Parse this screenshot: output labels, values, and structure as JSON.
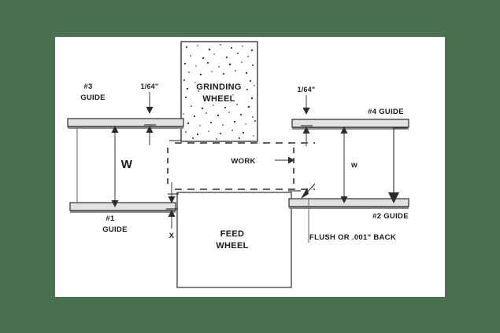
{
  "page": {
    "title": "Centerless Grinding Guide Setup Diagram",
    "background_color": "#4a7050",
    "canvas_color": "#ffffff"
  },
  "diagram": {
    "type": "engineering-schematic",
    "description": "Centerless grinder work guide setup showing guide blade positions relative to grinding wheel and feed wheel",
    "components": {
      "grinding_wheel": {
        "label_line1": "GRINDING",
        "label_line2": "WHEEL",
        "texture": "stippled"
      },
      "feed_wheel": {
        "label_line1": "FEED",
        "label_line2": "WHEEL",
        "texture": "plain"
      },
      "work": {
        "label": "WORK"
      },
      "guide_1": {
        "label_line1": "#1",
        "label_line2": "GUIDE",
        "position": "lower-left"
      },
      "guide_2": {
        "label": "#2 GUIDE",
        "position": "lower-right"
      },
      "guide_3": {
        "label_line1": "#3",
        "label_line2": "GUIDE",
        "position": "upper-left"
      },
      "guide_4": {
        "label": "#4 GUIDE",
        "position": "upper-right"
      }
    },
    "dimensions": {
      "clearance_left": "1/64\"",
      "clearance_right": "1/64\"",
      "width_major": "W",
      "width_minor": "w",
      "offset_x": "X",
      "flush_note": "FLUSH OR .001\" BACK"
    },
    "colors": {
      "line": "#2b2b2b",
      "bar_fill": "#e2e2e2",
      "bar_shadow": "#8a8a8a",
      "dimension_line": "#5a5a5a"
    }
  }
}
